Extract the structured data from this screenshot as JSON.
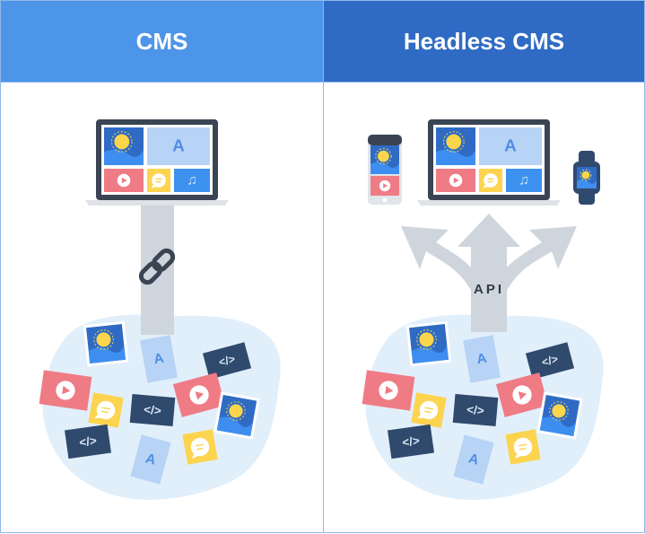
{
  "left": {
    "title": "CMS"
  },
  "right": {
    "title": "Headless CMS",
    "api_label": "API"
  },
  "glyphs": {
    "text_card": "A",
    "code_card": "</>"
  },
  "colors": {
    "left_header": "#4d95e8",
    "right_header": "#2f6bc4",
    "border": "#8fb8ea",
    "blob": "#e1effb",
    "pillar": "#cfd5dc",
    "laptop": "#3a4452",
    "image_bg": "#2f6bc4",
    "image_wave": "#3d8ef0",
    "sun": "#fbd54a",
    "text_card": "#b7d3f5",
    "video": "#ef7b85",
    "chat": "#fcd44f",
    "music": "#3c92ee",
    "code": "#2f4a6d"
  }
}
